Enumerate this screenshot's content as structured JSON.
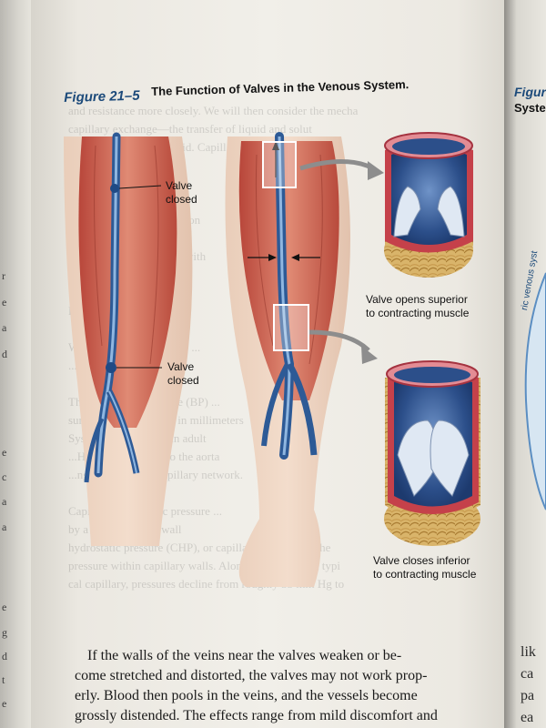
{
  "figure": {
    "label": "Figure 21–5",
    "title": "The Function of Valves in the Venous System."
  },
  "labels": {
    "valve_closed_upper": "Valve\nclosed",
    "valve_closed_lower": "Valve\nclosed",
    "valve_opens": "Valve opens superior\nto contracting muscle",
    "valve_closes": "Valve closes inferior\nto contracting muscle"
  },
  "body_lines": [
    "If the walls of the veins near the valves weaken or be-",
    "come stretched and distorted, the valves may not work prop-",
    "erly. Blood then pools in the veins, and the vessels become",
    "grossly distended. The effects range from mild discomfort and"
  ],
  "show_through_text": "and resistance more closely. We will then consider the mecha\ncapillary exchange—the transfer of liquid and solut\nblood and interstitial fluid. Capill\npressure gradients and\nsure and ...generally\nvalves needed flow than\nvenous ...change in position\nbending, ...triggers a num\n...changes. We ...section with\nchanges are coordinated\n\nPressure\n\nWe ...about ...lar pressure ...\n...d\n\nThe total blood pressure (BP) ...\nsure usually expressed in millimeters\nSystemic ...pressures in adult\n...Hg at the entrance to the aorta\n...ng at the start of capillary network.\n\nCapillary hydrostatic pressure ...\nby a fluid against a wall\nhydrostatic pressure (CHP), or capillary pressure, is the\npressure within capillary walls. Along the length of a typi\ncal capillary, pressures decline from roughly 35 mm Hg to",
  "right_page": {
    "label": "Figur",
    "sub": "Syste",
    "vertical": "ric venous syst",
    "fragments": [
      "lik",
      "ca",
      "pa",
      "ea"
    ]
  },
  "margin_letters": [
    "r",
    "e",
    "a",
    "d",
    "e",
    "c",
    "a",
    "a",
    "e",
    "g",
    "d",
    "t",
    "e"
  ]
}
